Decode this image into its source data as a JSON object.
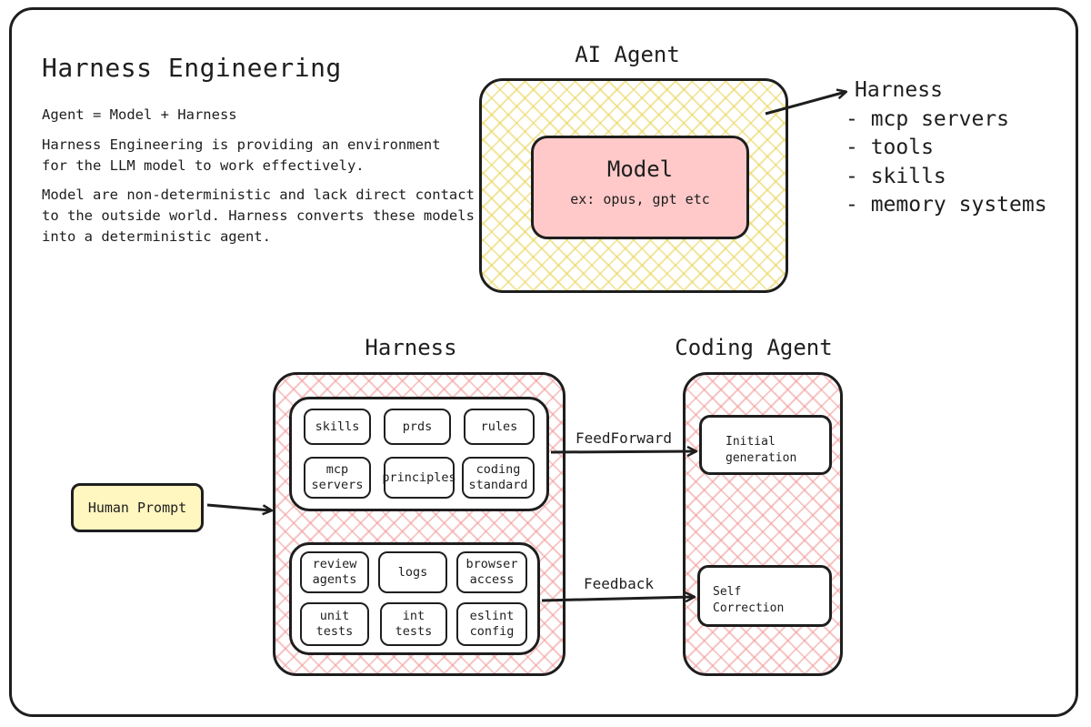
{
  "intro": {
    "title": "Harness Engineering",
    "equation": "Agent = Model + Harness",
    "paragraph1": "Harness Engineering is providing an environment\nfor the LLM model to work effectively.",
    "paragraph2": "Model are non-deterministic and lack direct contact\nto the outside world. Harness converts these models\ninto a deterministic agent."
  },
  "ai_agent": {
    "heading": "AI Agent",
    "model_name": "Model",
    "model_examples": "ex: opus, gpt etc"
  },
  "harness_list": {
    "title": "Harness",
    "items": [
      "- mcp servers",
      "- tools",
      "- skills",
      "- memory systems"
    ]
  },
  "harness": {
    "heading": "Harness",
    "feedforward_items": [
      "skills",
      "prds",
      "rules",
      "mcp\nservers",
      "principles",
      "coding\nstandard"
    ],
    "feedback_items": [
      "review\nagents",
      "logs",
      "browser\naccess",
      "unit\ntests",
      "int\ntests",
      "eslint\nconfig"
    ]
  },
  "coding_agent": {
    "heading": "Coding Agent",
    "initial_generation": "Initial\ngeneration",
    "self_correction": "Self\nCorrection"
  },
  "human_prompt": "Human Prompt",
  "edges": {
    "feedforward": "FeedForward",
    "feedback": "Feedback"
  },
  "colors": {
    "stroke": "#1e1e1e",
    "yellow_hatch": "#e8d250",
    "red_hatch": "#f09696",
    "model_fill": "#ffc9c9",
    "human_fill": "#fff6c0"
  }
}
